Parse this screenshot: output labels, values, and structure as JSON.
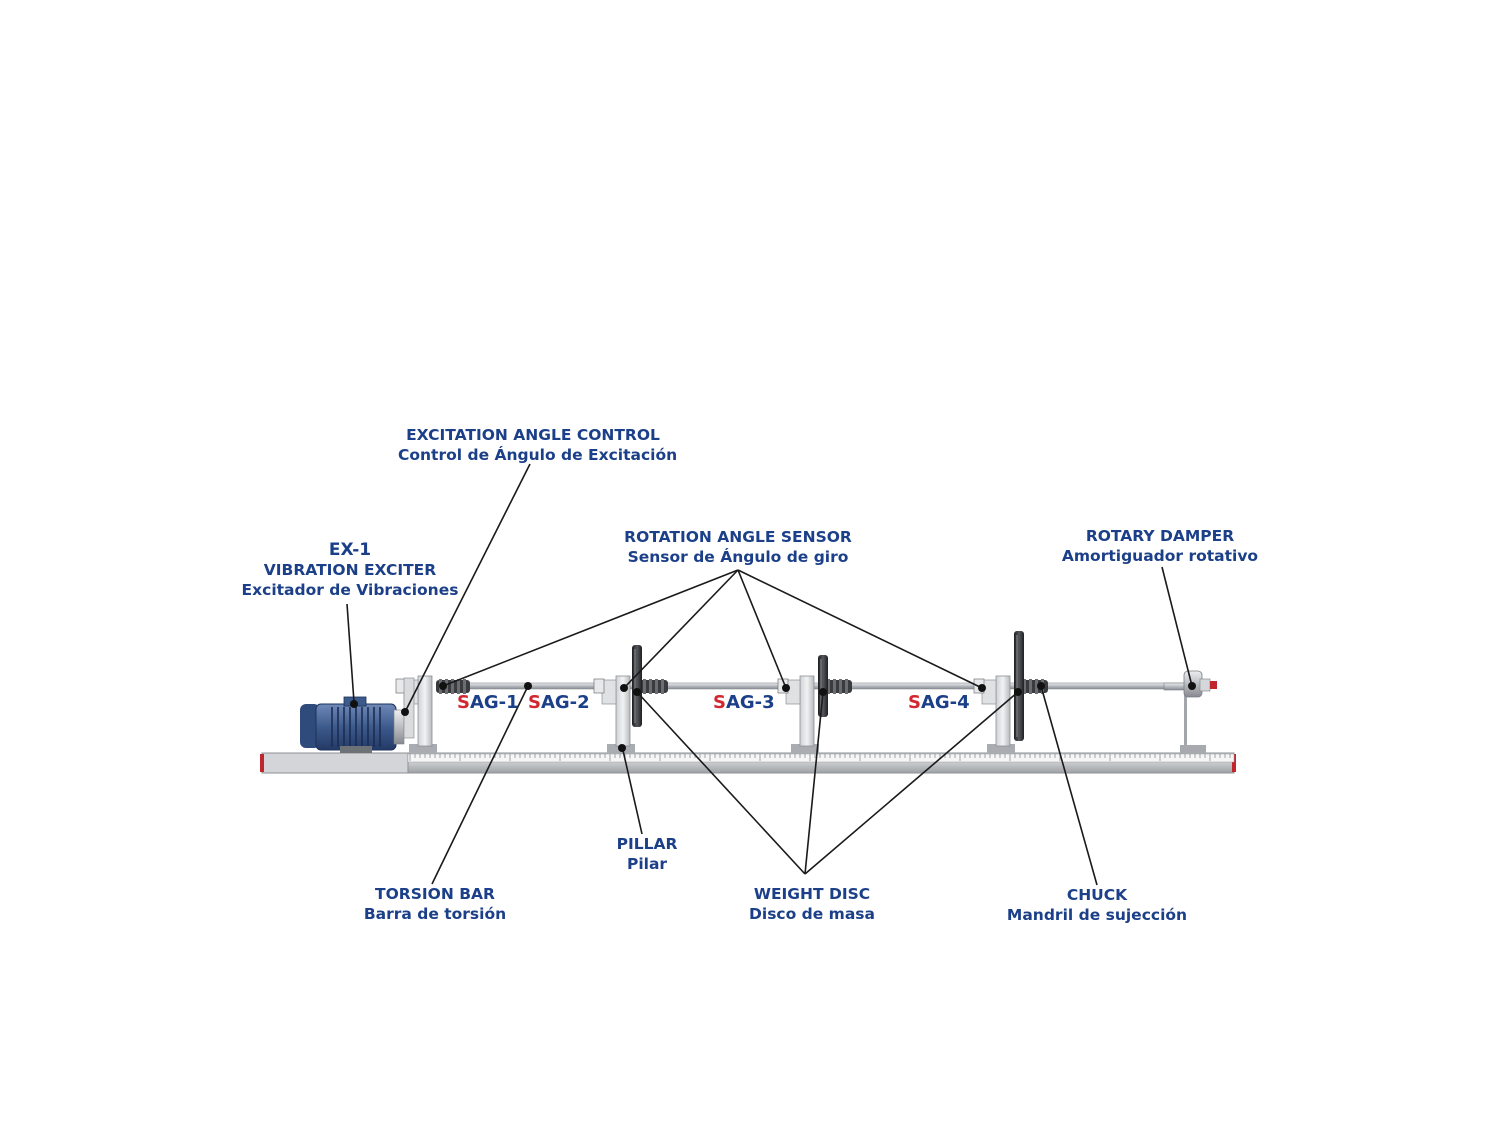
{
  "labels": {
    "excitation_angle_control": {
      "en": "EXCITATION ANGLE CONTROL",
      "es": "Control de Ángulo de Excitación"
    },
    "vibration_exciter": {
      "code": "EX-1",
      "en": "VIBRATION EXCITER",
      "es": "Excitador de Vibraciones"
    },
    "rotation_angle_sensor": {
      "en": "ROTATION ANGLE SENSOR",
      "es": "Sensor de Ángulo de giro"
    },
    "rotary_damper": {
      "en": "ROTARY DAMPER",
      "es": "Amortiguador rotativo"
    },
    "pillar": {
      "en": "PILLAR",
      "es": "Pilar"
    },
    "torsion_bar": {
      "en": "TORSION BAR",
      "es": "Barra de torsión"
    },
    "weight_disc": {
      "en": "WEIGHT DISC",
      "es": "Disco de masa"
    },
    "chuck": {
      "en": "CHUCK",
      "es": "Mandril de sujección"
    }
  },
  "sensors": [
    {
      "prefix": "S",
      "rest": "AG-1"
    },
    {
      "prefix": "S",
      "rest": "AG-2"
    },
    {
      "prefix": "S",
      "rest": "AG-3"
    },
    {
      "prefix": "S",
      "rest": "AG-4"
    }
  ],
  "colors": {
    "label_text": "#1b3f88",
    "sensor_prefix": "#d22630",
    "motor": "#3d5a8c",
    "rail": "#c9cacc",
    "metal": "#b9bdc2",
    "disc": "#2f2f33"
  }
}
